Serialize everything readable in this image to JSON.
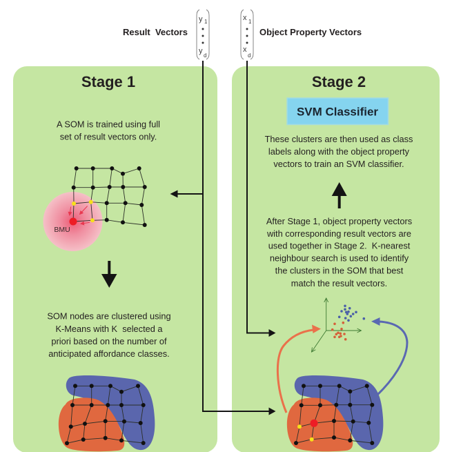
{
  "header": {
    "result_vectors_label": "Result  Vectors",
    "object_property_vectors_label": "Object Property Vectors"
  },
  "vectors": {
    "result": {
      "first": "y",
      "first_sub": "1",
      "last": "y",
      "last_sub": "d"
    },
    "object": {
      "first": "x",
      "first_sub": "1",
      "last": "x",
      "last_sub": "d"
    }
  },
  "stage1": {
    "title": "Stage 1",
    "som_description": [
      "A SOM is trained using full",
      "set of result vectors only."
    ],
    "bmu_label": "BMU",
    "clustering_description": [
      "SOM nodes are clustered using",
      "K-Means with K  selected a",
      "priori based on the number of",
      "anticipated affordance classes."
    ]
  },
  "stage2": {
    "title": "Stage 2",
    "classifier_label": "SVM Classifier",
    "classifier_description": [
      "These clusters are then used as class",
      "labels along with the object property",
      "vectors to train an SVM classifier."
    ],
    "knn_description": [
      "After Stage 1, object property vectors",
      "with corresponding result vectors are",
      "used together in Stage 2.  K-nearest",
      "neighbour search is used to identify",
      "the clusters in the SOM that best",
      "match the result vectors."
    ]
  },
  "icons": {
    "flow_arrow": "arrow-icon",
    "down_arrow": "arrow-down-icon",
    "up_arrow": "arrow-up-icon",
    "left_arrow": "arrow-left-icon",
    "som_grid": "som-grid-icon",
    "scatter_plot": "scatter-3d-icon"
  },
  "colors": {
    "panel": "#c5e6a2",
    "svm_box_fill": "#85d4ef",
    "svm_box_border": "#a4dbe0",
    "cluster_red": "#e0683f",
    "cluster_blue": "#5a66ad",
    "bmu": "#ee1c25",
    "neighbour": "#f7e01a",
    "node": "#111111",
    "neighbour_arrow": "#e8384f",
    "red_flow_arrow": "#ea714b",
    "blue_flow_arrow": "#5a68b2",
    "scatter_red": "#d5603a",
    "scatter_blue": "#4a5fa8"
  }
}
